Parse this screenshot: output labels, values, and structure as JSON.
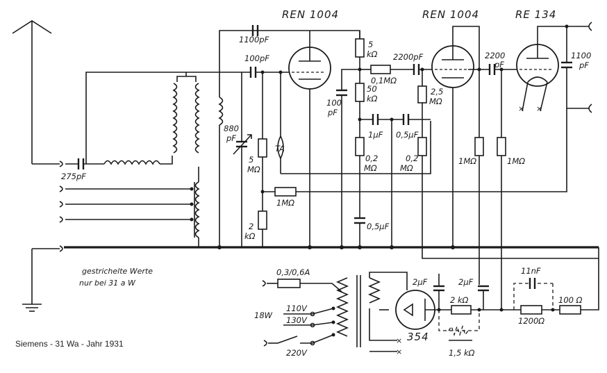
{
  "caption": "Siemens - 31 Wa - Jahr 1931",
  "tubes": {
    "v1": "REN 1004",
    "v2": "REN 1004",
    "v3": "RE 134",
    "rect": "354"
  },
  "components": {
    "c_1100pf": "1100pF",
    "c_100pf_top": "100pF",
    "r_5k": "5",
    "r_5k_unit": "kΩ",
    "c_2200pf_a": "2200pF",
    "r_01m": "0,1MΩ",
    "c_2200_b": "2200",
    "c_2200_b_unit": "pF",
    "c_1100_out": "1100",
    "c_1100_out_unit": "pF",
    "c_100pf_left": "100",
    "c_100pf_left_unit": "pF",
    "r_50k": "50",
    "r_50k_unit": "kΩ",
    "r_25m": "2,5",
    "r_25m_unit": "MΩ",
    "c_1uf": "1μF",
    "c_05uf_mid": "0,5μF",
    "c_880pf": "880",
    "c_880pf_unit": "pF",
    "r_5m": "5",
    "r_5m_unit": "MΩ",
    "ta": "TA",
    "r_02m_a": "0,2",
    "r_02m_a_unit": "MΩ",
    "r_02m_b": "0,2",
    "r_02m_b_unit": "MΩ",
    "r_1m_a": "1MΩ",
    "r_1m_b": "1MΩ",
    "c_275pf": "275pF",
    "r_1m_grid": "1MΩ",
    "r_2k": "2",
    "r_2k_unit": "kΩ",
    "c_05uf_low": "0,5μF",
    "fuse": "0,3/0,6A",
    "c_2uf_a": "2μF",
    "c_2uf_b": "2μF",
    "c_11nf": "11nF",
    "r_2kohm": "2 kΩ",
    "r_1200": "1200Ω",
    "r_100": "100 Ω",
    "r_15k": "1,5 kΩ",
    "v110": "110V",
    "v130": "130V",
    "v220": "220V",
    "w18": "18W"
  },
  "note": {
    "line1": "gestrichelte Werte",
    "line2": "nur bei 31 a W"
  },
  "colors": {
    "ink": "#1a1a1a",
    "paper": "#ffffff"
  }
}
